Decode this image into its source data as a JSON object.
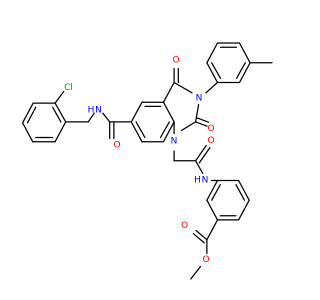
{
  "colors": {
    "bond": "#000000",
    "carbon": "#000000",
    "nitrogen": "#0000ff",
    "oxygen": "#ff0000",
    "chlorine": "#00a000"
  },
  "atoms": {
    "cl": "Cl",
    "nh_amide": "N",
    "nh_amide_h": "H",
    "o_amide": "O",
    "o_top": "O",
    "n3": "N",
    "o_c2": "O",
    "n1": "N",
    "o_acetamide": "O",
    "nh_aniline": "N",
    "nh_aniline_h": "H",
    "o_ester_carbonyl": "O",
    "o_ester": "O"
  }
}
